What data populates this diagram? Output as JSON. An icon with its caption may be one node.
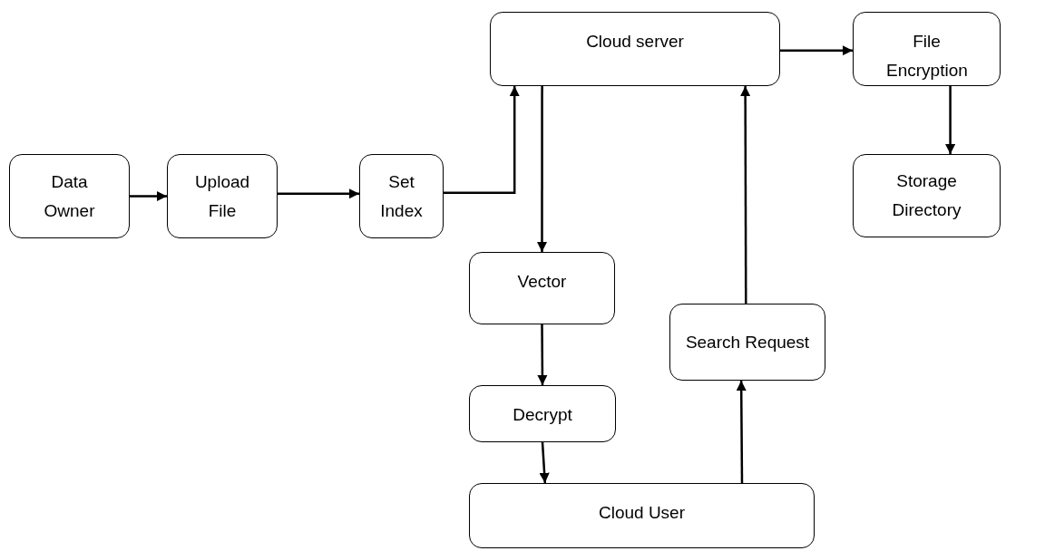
{
  "diagram": {
    "nodes": [
      {
        "text": [
          "Data Owner"
        ]
      },
      {
        "text": [
          "Upload File"
        ]
      },
      {
        "text": [
          "Set Index"
        ]
      },
      {
        "text": [
          "Cloud server"
        ]
      },
      {
        "text": [
          "File Encryption"
        ]
      },
      {
        "text": [
          "Storage Directory"
        ]
      },
      {
        "text": [
          "Vector"
        ]
      },
      {
        "text": [
          "Search Request"
        ]
      },
      {
        "text": [
          "Decrypt"
        ]
      },
      {
        "text": [
          "Cloud User"
        ]
      }
    ],
    "edges": [
      {
        "from": 0,
        "to": 1,
        "arrow": "to"
      },
      {
        "from": 1,
        "to": 2,
        "arrow": "to"
      },
      {
        "from": 2,
        "to": 3,
        "arrow": "to"
      },
      {
        "from": 3,
        "to": 4,
        "arrow": "to"
      },
      {
        "from": 4,
        "to": 5,
        "arrow": "to"
      },
      {
        "from": 3,
        "to": 6,
        "arrow": "to"
      },
      {
        "from": 6,
        "to": 8,
        "arrow": "to"
      },
      {
        "from": 8,
        "to": 9,
        "arrow": "to"
      },
      {
        "from": 9,
        "to": 7,
        "arrow": "to"
      },
      {
        "from": 7,
        "to": 3,
        "arrow": "to"
      }
    ]
  }
}
